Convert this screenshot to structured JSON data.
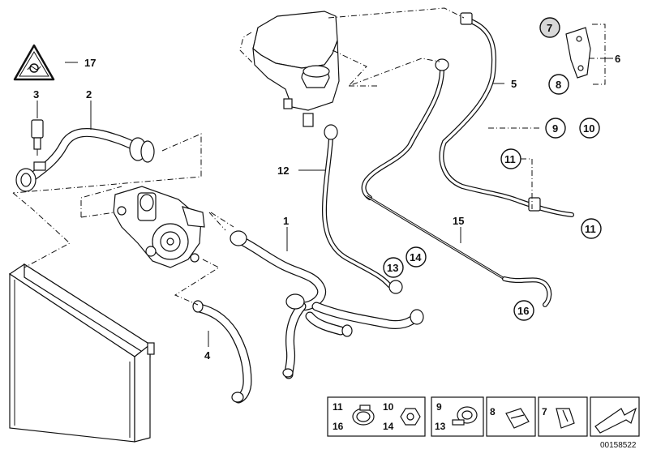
{
  "labels": {
    "l1": "1",
    "l2": "2",
    "l3": "3",
    "l4": "4",
    "l5": "5",
    "l6": "6",
    "l7": "7",
    "l8": "8",
    "l9": "9",
    "l10": "10",
    "l11a": "11",
    "l11b": "11",
    "l12": "12",
    "l13": "13",
    "l14": "14",
    "l15": "15",
    "l16": "16",
    "l17": "17"
  },
  "legend": {
    "c1_top": "11",
    "c1_bot": "16",
    "c2_top": "10",
    "c2_bot": "14",
    "c3_top": "9",
    "c3_bot": "13",
    "c4": "8",
    "c5": "7"
  },
  "part_number": "00158522",
  "colors": {
    "line": "#111111",
    "background": "#ffffff",
    "grey_circle": "#d8d8d8"
  }
}
